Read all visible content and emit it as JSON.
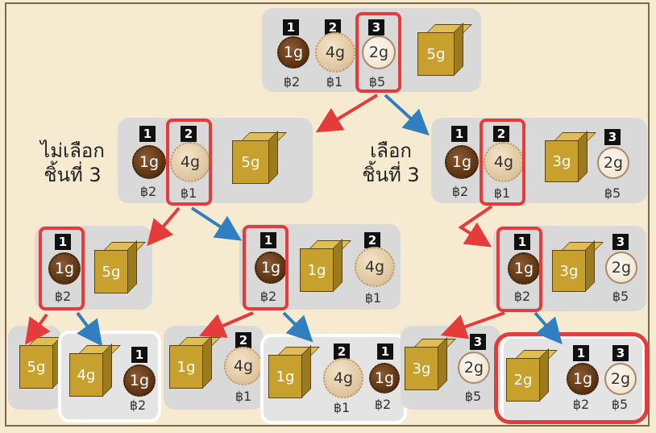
{
  "colors": {
    "background": "#f6ead0",
    "panel": "#d9d9d9",
    "selection": "#e53b3b",
    "arrow_red": "#e53b3b",
    "arrow_blue": "#2f7fc1",
    "box": "#c8a02e"
  },
  "labels": {
    "not_select": [
      "ไม่เลือก",
      "ชิ้นที่ 3"
    ],
    "select": [
      "เลือก",
      "ชิ้นที่ 3"
    ]
  },
  "root": {
    "items": [
      {
        "num": "1",
        "weight": "1g",
        "price": "฿2"
      },
      {
        "num": "2",
        "weight": "4g",
        "price": "฿1"
      },
      {
        "num": "3",
        "weight": "2g",
        "price": "฿5"
      }
    ],
    "box": "5g"
  },
  "level1_left": {
    "items": [
      {
        "num": "1",
        "weight": "1g",
        "price": "฿2"
      },
      {
        "num": "2",
        "weight": "4g",
        "price": "฿1"
      }
    ],
    "box": "5g"
  },
  "level1_right": {
    "items": [
      {
        "num": "1",
        "weight": "1g",
        "price": "฿2"
      },
      {
        "num": "2",
        "weight": "4g",
        "price": "฿1"
      },
      {
        "num": "3",
        "weight": "2g",
        "price": "฿5"
      }
    ],
    "box": "3g"
  },
  "level2_a": {
    "item": {
      "num": "1",
      "weight": "1g",
      "price": "฿2"
    },
    "box": "5g"
  },
  "level2_b": {
    "items": [
      {
        "num": "1",
        "weight": "1g",
        "price": "฿2"
      },
      {
        "num": "2",
        "weight": "4g",
        "price": "฿1"
      }
    ],
    "box": "1g"
  },
  "level2_c": {
    "items": [
      {
        "num": "1",
        "weight": "1g",
        "price": "฿2"
      },
      {
        "num": "3",
        "weight": "2g",
        "price": "฿5"
      }
    ],
    "box": "3g"
  },
  "leaves": {
    "a": {
      "box": "5g"
    },
    "b": {
      "box": "4g",
      "item": {
        "num": "1",
        "weight": "1g",
        "price": "฿2"
      }
    },
    "c": {
      "box": "1g",
      "item": {
        "num": "2",
        "weight": "4g",
        "price": "฿1"
      }
    },
    "d": {
      "box": "1g",
      "items": [
        {
          "num": "2",
          "weight": "4g",
          "price": "฿1"
        },
        {
          "num": "1",
          "weight": "1g",
          "price": "฿2"
        }
      ]
    },
    "e": {
      "box": "3g",
      "item": {
        "num": "3",
        "weight": "2g",
        "price": "฿5"
      }
    },
    "f": {
      "box": "2g",
      "items": [
        {
          "num": "1",
          "weight": "1g",
          "price": "฿2"
        },
        {
          "num": "3",
          "weight": "2g",
          "price": "฿5"
        }
      ]
    }
  }
}
